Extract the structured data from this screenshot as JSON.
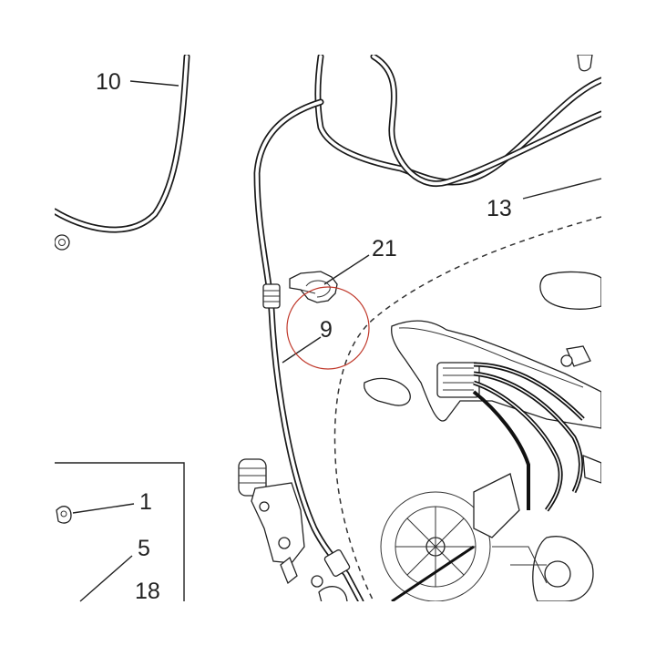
{
  "colors": {
    "ink": "#222222",
    "highlight_circle": "#c0392b",
    "background": "#ffffff"
  },
  "callouts": [
    {
      "id": "10",
      "text": "10"
    },
    {
      "id": "13",
      "text": "13"
    },
    {
      "id": "21",
      "text": "21"
    },
    {
      "id": "9",
      "text": "9"
    },
    {
      "id": "1",
      "text": "1"
    },
    {
      "id": "5",
      "text": "5"
    },
    {
      "id": "18",
      "text": "18"
    }
  ],
  "highlight": {
    "target": "9"
  }
}
